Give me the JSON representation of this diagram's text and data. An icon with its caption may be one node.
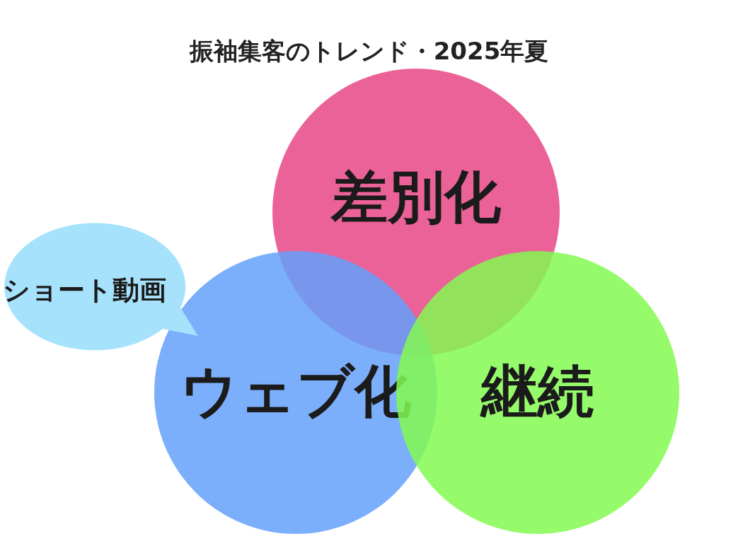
{
  "diagram": {
    "title": "振袖集客のトレンド・2025年夏",
    "nodes": [
      {
        "text": [
          "差別化"
        ]
      },
      {
        "text": [
          "ウェブ化"
        ]
      },
      {
        "text": [
          "継続"
        ]
      },
      {
        "text": [
          "ショート動画"
        ]
      }
    ],
    "edges": []
  }
}
